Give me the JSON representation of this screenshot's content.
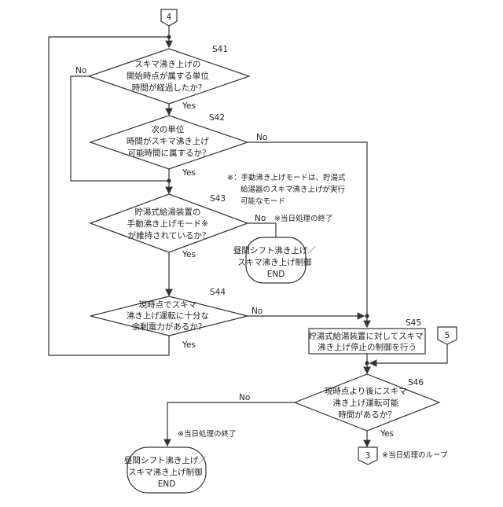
{
  "connectors": {
    "top": "4",
    "right": "5",
    "bottom": "3"
  },
  "steps": {
    "s41": {
      "id": "S41",
      "lines": [
        "スキマ沸き上げの",
        "開始時点が属する単位",
        "時間が経過したか？"
      ]
    },
    "s42": {
      "id": "S42",
      "lines": [
        "次の単位",
        "時間がスキマ沸き上げ",
        "可能時間に属するか？"
      ]
    },
    "s43": {
      "id": "S43",
      "lines": [
        "貯湯式給湯装置の",
        "手動沸き上げモード※",
        "が維持されているか？"
      ]
    },
    "s44": {
      "id": "S44",
      "lines": [
        "現時点でスキマ",
        "沸き上げ運転に十分な",
        "余剰電力があるか？"
      ]
    },
    "s45": {
      "id": "S45",
      "lines": [
        "貯湯式給湯装置に対してスキマ",
        "沸き上げ停止の制御を行う"
      ]
    },
    "s46": {
      "id": "S46",
      "lines": [
        "現時点より後にスキマ",
        "沸き上げ運転可能",
        "時間があるか？"
      ]
    }
  },
  "ends": {
    "end1": {
      "lines": [
        "昼間シフト沸き上げ／",
        "スキマ沸き上げ制御",
        "END"
      ]
    },
    "end2": {
      "lines": [
        "昼間シフト沸き上げ／",
        "スキマ沸き上げ制御",
        "END"
      ]
    }
  },
  "labels": {
    "yes": "Yes",
    "no": "No"
  },
  "notes": {
    "mode_note": [
      "※：手動沸き上げモードは、貯湯式",
      "給湯器のスキマ沸き上げが実行",
      "可能なモード"
    ],
    "end_day_1": "※当日処理の終了",
    "end_day_2": "※当日処理の終了",
    "loop": "※当日処理のループ"
  }
}
